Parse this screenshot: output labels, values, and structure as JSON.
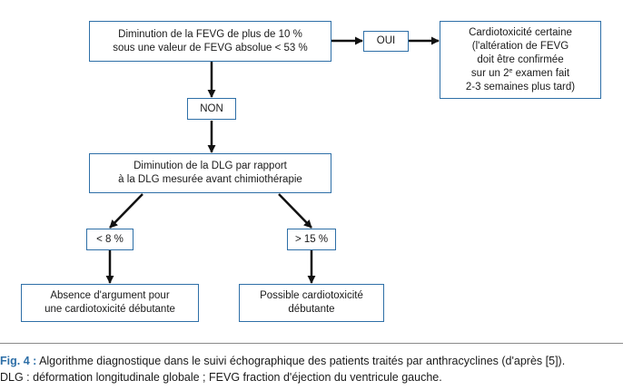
{
  "flowchart": {
    "box_fevg": {
      "line1": "Diminution de la FEVG de plus de 10 %",
      "line2": "sous une valeur de FEVG absolue < 53 %"
    },
    "label_oui": "OUI",
    "box_certain": {
      "line1": "Cardiotoxicité certaine",
      "line2": "(l'altération de FEVG",
      "line3": "doit être confirmée",
      "line4_pre": "sur un 2",
      "line4_sup": "e",
      "line4_post": " examen fait",
      "line5": "2-3 semaines plus tard)"
    },
    "label_non": "NON",
    "box_dlg": {
      "line1": "Diminution de la DLG par rapport",
      "line2": "à la DLG mesurée avant chimiothérapie"
    },
    "label_low": "< 8 %",
    "label_high": "> 15 %",
    "box_absence": {
      "line1": "Absence d'argument pour",
      "line2": "une cardiotoxicité débutante"
    },
    "box_possible": {
      "line1": "Possible cardiotoxicité",
      "line2": "débutante"
    }
  },
  "caption": {
    "fig_label": "Fig. 4 :",
    "line1": " Algorithme diagnostique dans le suivi échographique des patients traités par anthracyclines (d'après [5]).",
    "line2": "DLG : déformation longitudinale globale ; FEVG fraction d'éjection du ventricule gauche."
  },
  "colors": {
    "box_border": "#2e6fa7",
    "arrow": "#111111",
    "caption_label": "#2e6fa7",
    "separator": "#8a8a8a"
  }
}
